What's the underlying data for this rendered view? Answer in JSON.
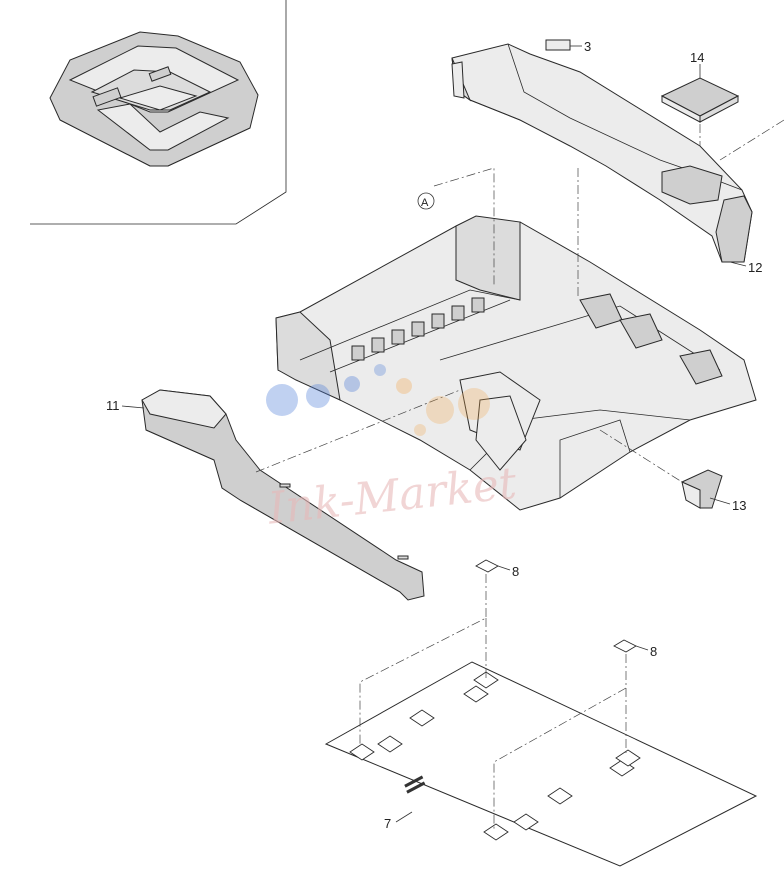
{
  "callouts": {
    "c3": "3",
    "c14": "14",
    "c12": "12",
    "c11": "11",
    "c13": "13",
    "c8a": "8",
    "c8b": "8",
    "c7": "7",
    "refA": "A"
  },
  "watermark": {
    "text": "Ink-Market",
    "colors": {
      "blue": "#4f7fd6",
      "orange": "#f2a54a",
      "pink": "#e7b9b9"
    }
  },
  "colors": {
    "line": "#2a2a2a",
    "fill": "#ececec",
    "background": "#ffffff"
  }
}
